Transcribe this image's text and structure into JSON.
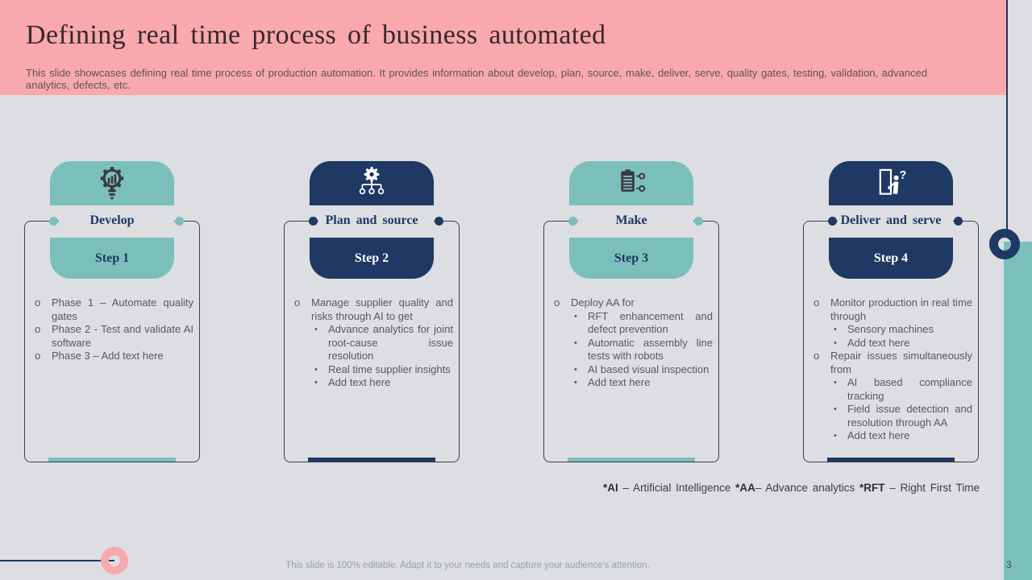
{
  "slide": {
    "title": "Defining real time process of business automated",
    "subtitle": "This slide showcases defining real time process of production automation. It provides information about develop, plan, source, make, deliver, serve, quality gates, testing, validation, advanced analytics, defects, etc.",
    "footer_note": "This slide is 100% editable. Adapt it to your needs and capture your audience's attention.",
    "page_number": "3"
  },
  "colors": {
    "header_pink": "#f9a8ab",
    "navy": "#1f3864",
    "teal": "#7bbfbc",
    "background": "#dcdee1",
    "body_text": "#595959",
    "card_border": "#404046",
    "footer_text": "#9ba0a6",
    "title_text": "#362a2e"
  },
  "steps": [
    {
      "id": "develop",
      "label": "Develop",
      "step_label": "Step 1",
      "theme": "teal",
      "icon": "bulb-gear-innovation-icon",
      "bullets": [
        {
          "text": "Phase 1 – Automate quality gates",
          "sub": []
        },
        {
          "text": "Phase 2 - Test and validate AI software",
          "sub": []
        },
        {
          "text": "Phase 3 – Add text here",
          "sub": []
        }
      ]
    },
    {
      "id": "plan-and-source",
      "label": "Plan and source",
      "step_label": "Step 2",
      "theme": "navy",
      "icon": "gear-network-icon",
      "bullets": [
        {
          "text": "Manage supplier quality and risks through AI to get",
          "sub": [
            "Advance analytics for joint root-cause issue resolution",
            "Real time supplier insights",
            "Add text here"
          ]
        }
      ]
    },
    {
      "id": "make",
      "label": "Make",
      "step_label": "Step 3",
      "theme": "teal",
      "icon": "clipboard-workflow-icon",
      "bullets": [
        {
          "text": "Deploy AA for",
          "sub": [
            "RFT enhancement and defect prevention",
            "Automatic assembly line tests with robots",
            "AI based visual inspection",
            "Add text here"
          ]
        }
      ]
    },
    {
      "id": "deliver-and-serve",
      "label": "Deliver and serve",
      "step_label": "Step 4",
      "theme": "navy",
      "icon": "door-delivery-question-icon",
      "bullets": [
        {
          "text": "Monitor production in real time through",
          "sub": [
            "Sensory machines",
            "Add text here"
          ]
        },
        {
          "text": "Repair issues simultaneously from",
          "sub": [
            "AI based compliance tracking",
            "Field issue detection and resolution through AA",
            "Add text here"
          ]
        }
      ]
    }
  ],
  "legend": {
    "parts": [
      {
        "text": "*AI",
        "bold": true
      },
      {
        "text": " – Artificial Intelligence ",
        "bold": false
      },
      {
        "text": "*AA",
        "bold": true
      },
      {
        "text": "– Advance analytics ",
        "bold": false
      },
      {
        "text": "*RFT",
        "bold": true
      },
      {
        "text": " – Right First Time",
        "bold": false
      }
    ]
  }
}
